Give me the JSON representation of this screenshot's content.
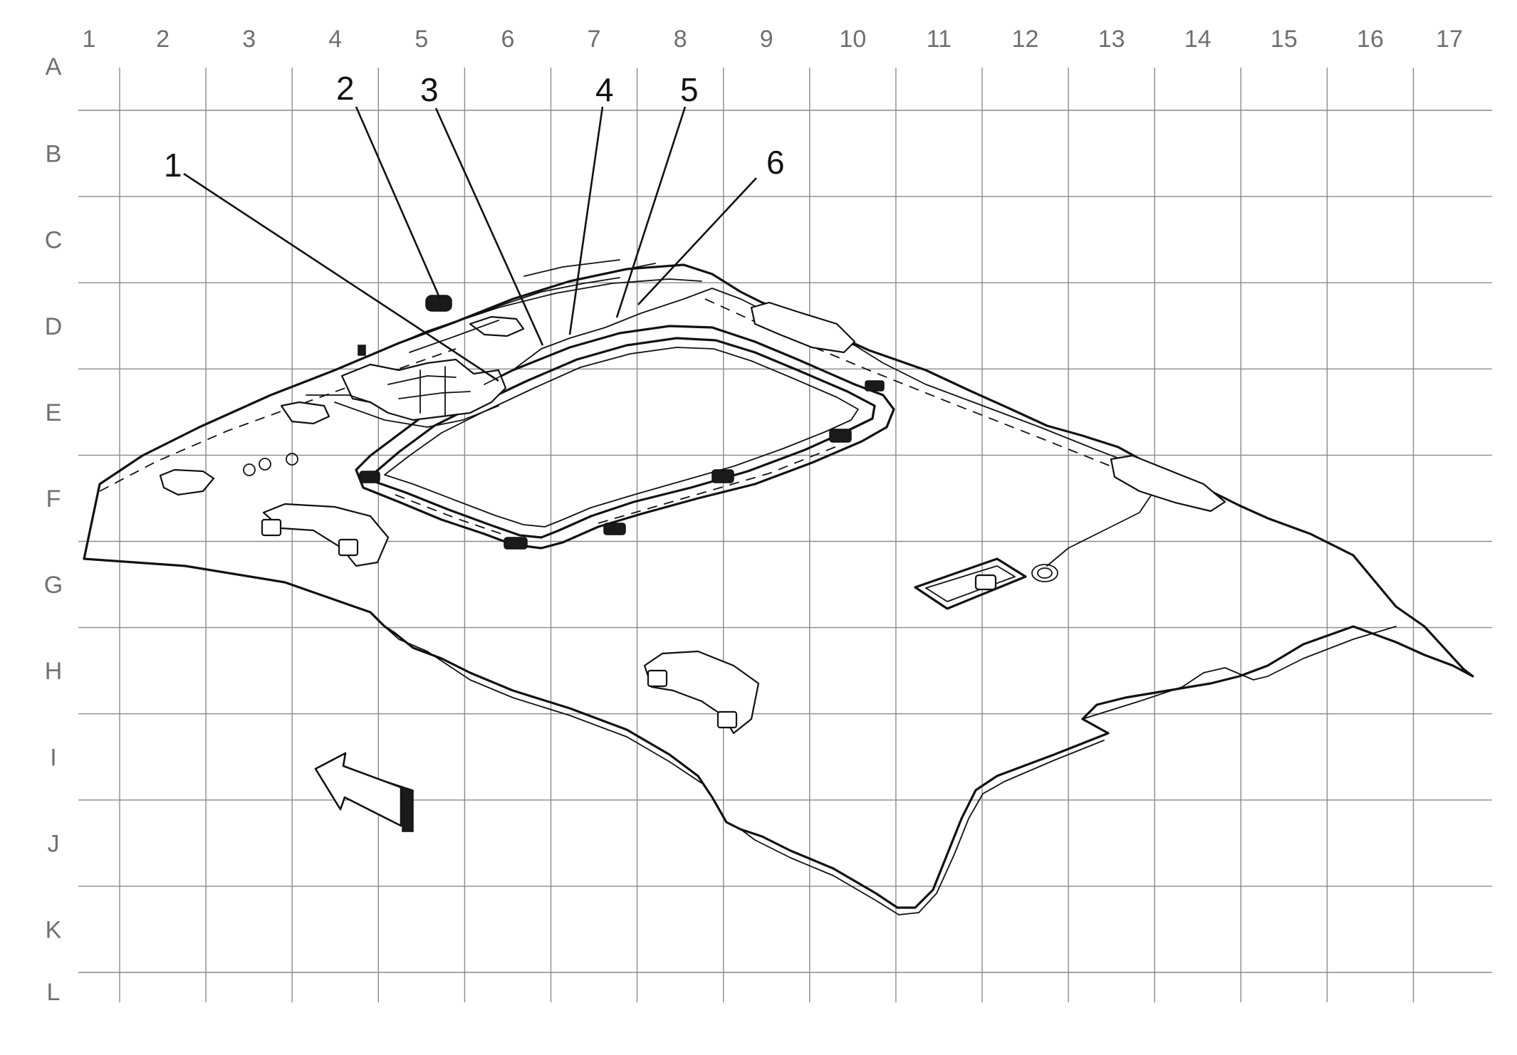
{
  "diagram": {
    "column_labels": [
      "1",
      "2",
      "3",
      "4",
      "5",
      "6",
      "7",
      "8",
      "9",
      "10",
      "11",
      "12",
      "13",
      "14",
      "15",
      "16",
      "17"
    ],
    "row_labels": [
      "A",
      "B",
      "C",
      "D",
      "E",
      "F",
      "G",
      "H",
      "I",
      "J",
      "K",
      "L"
    ],
    "callouts": [
      "1",
      "2",
      "3",
      "4",
      "5",
      "6"
    ],
    "colors": {
      "grid": "#8a8a8a",
      "grid_text": "#6f6f6f",
      "line_art": "#111111"
    },
    "icons": {
      "front_direction": "front-direction-arrow-icon"
    }
  }
}
